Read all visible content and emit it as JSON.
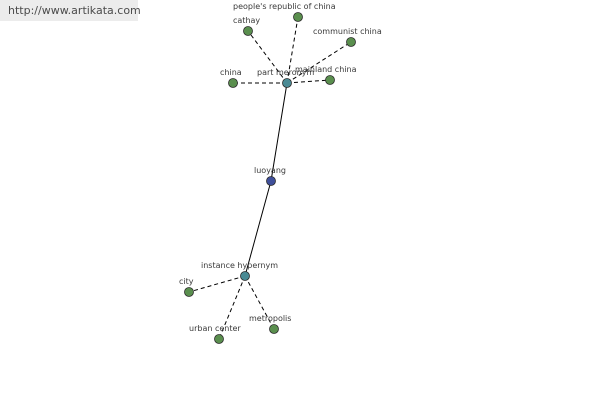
{
  "watermark": "http://www.artikata.com",
  "colors": {
    "leaf": "#5a8f4e",
    "relation": "#4a8a94",
    "center": "#3f4f9a",
    "outline": "#2b2b2b"
  },
  "nodes": {
    "luoyang": "luoyang",
    "part_meronym": "part meronym",
    "instance_hypernym": "instance hypernym",
    "cathay": "cathay",
    "peoples_republic_of_china": "people's republic of china",
    "communist_china": "communist china",
    "mainland_china": "mainland china",
    "china": "china",
    "city": "city",
    "urban_center": "urban center",
    "metropolis": "metropolis"
  }
}
